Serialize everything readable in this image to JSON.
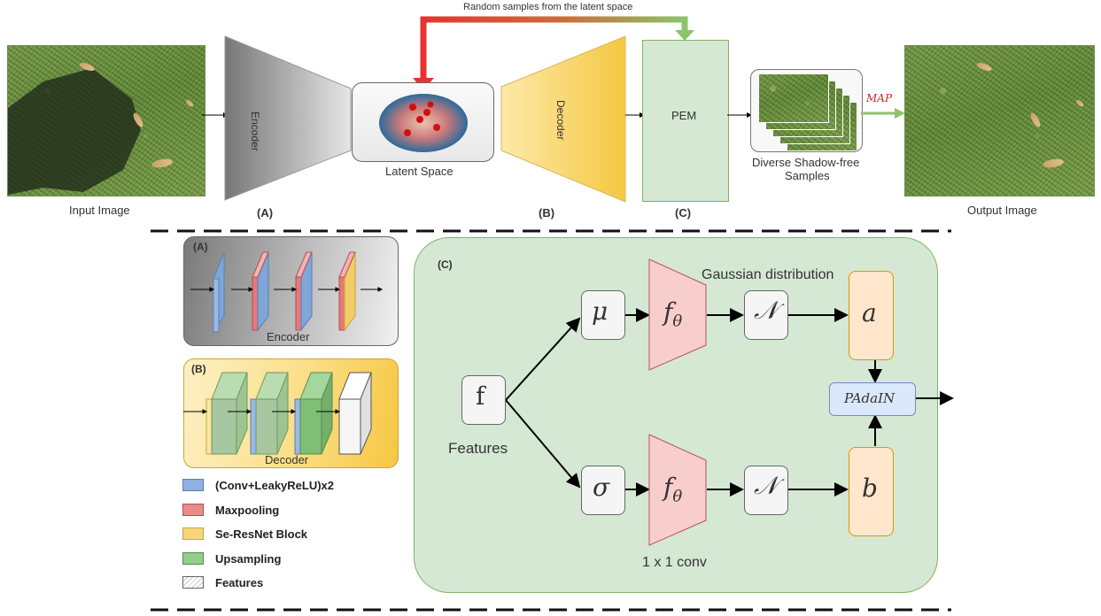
{
  "top": {
    "arrow_caption": "Random samples from the latent space",
    "input_label": "Input Image",
    "encoder_label": "Encoder",
    "latent_label": "Latent Space",
    "decoder_label": "Decoder",
    "pem_label": "PEM",
    "samples_label_line1": "Diverse Shadow-free",
    "samples_label_line2": "Samples",
    "map_label": "MAP",
    "output_label": "Output Image",
    "marker_a": "(A)",
    "marker_b": "(B)",
    "marker_c": "(C)"
  },
  "encoder_panel": {
    "tag": "(A)",
    "caption": "Encoder"
  },
  "decoder_panel": {
    "tag": "(B)",
    "caption": "Decoder"
  },
  "legend": [
    {
      "label": "(Conv+LeakyReLU)x2",
      "color": "#8fb0e0"
    },
    {
      "label": "Maxpooling",
      "color": "#e88b8b"
    },
    {
      "label": "Se-ResNet Block",
      "color": "#f5d77a"
    },
    {
      "label": "Upsampling",
      "color": "#8fcf8a"
    },
    {
      "label": "Features",
      "color": "#f4f4f8"
    }
  ],
  "pem_panel": {
    "tag": "(C)",
    "features_node": "f",
    "features_label": "Features",
    "mu_node": "μ",
    "sigma_node": "σ",
    "f_theta": "f",
    "f_theta_sub": "θ",
    "normal_symbol": "𝒩",
    "gaussian_label": "Gaussian distribution",
    "a_node": "a",
    "b_node": "b",
    "padain_label": "PAdaIN",
    "conv_label": "1 x 1 conv"
  },
  "colors": {
    "pem_green": "#d5e8d4",
    "pem_border": "#82b366",
    "trapezoid_pink": "#f8cecc",
    "node_gray": "#f5f5f5",
    "ab_orange": "#ffe6cc",
    "padain_blue": "#dae8fc",
    "arrow_red": "#e8322f",
    "arrow_green": "#8dc46b"
  }
}
